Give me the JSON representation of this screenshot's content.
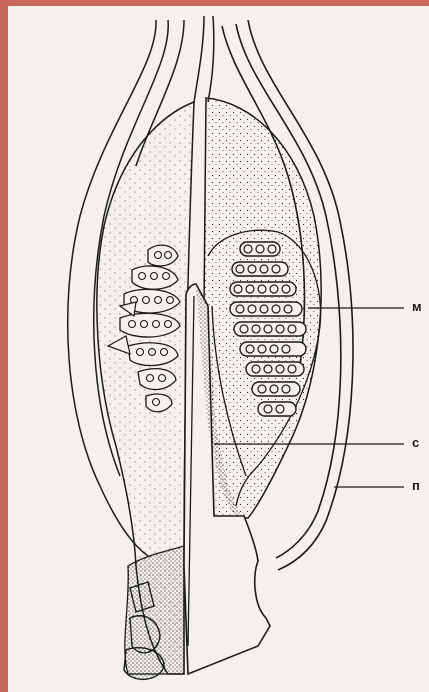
{
  "colors": {
    "frame": "#c9665c",
    "paper": "#f4f1ec",
    "ink": "#1b1b1b"
  },
  "labels": {
    "m": "м",
    "c": "с",
    "p": "п"
  }
}
